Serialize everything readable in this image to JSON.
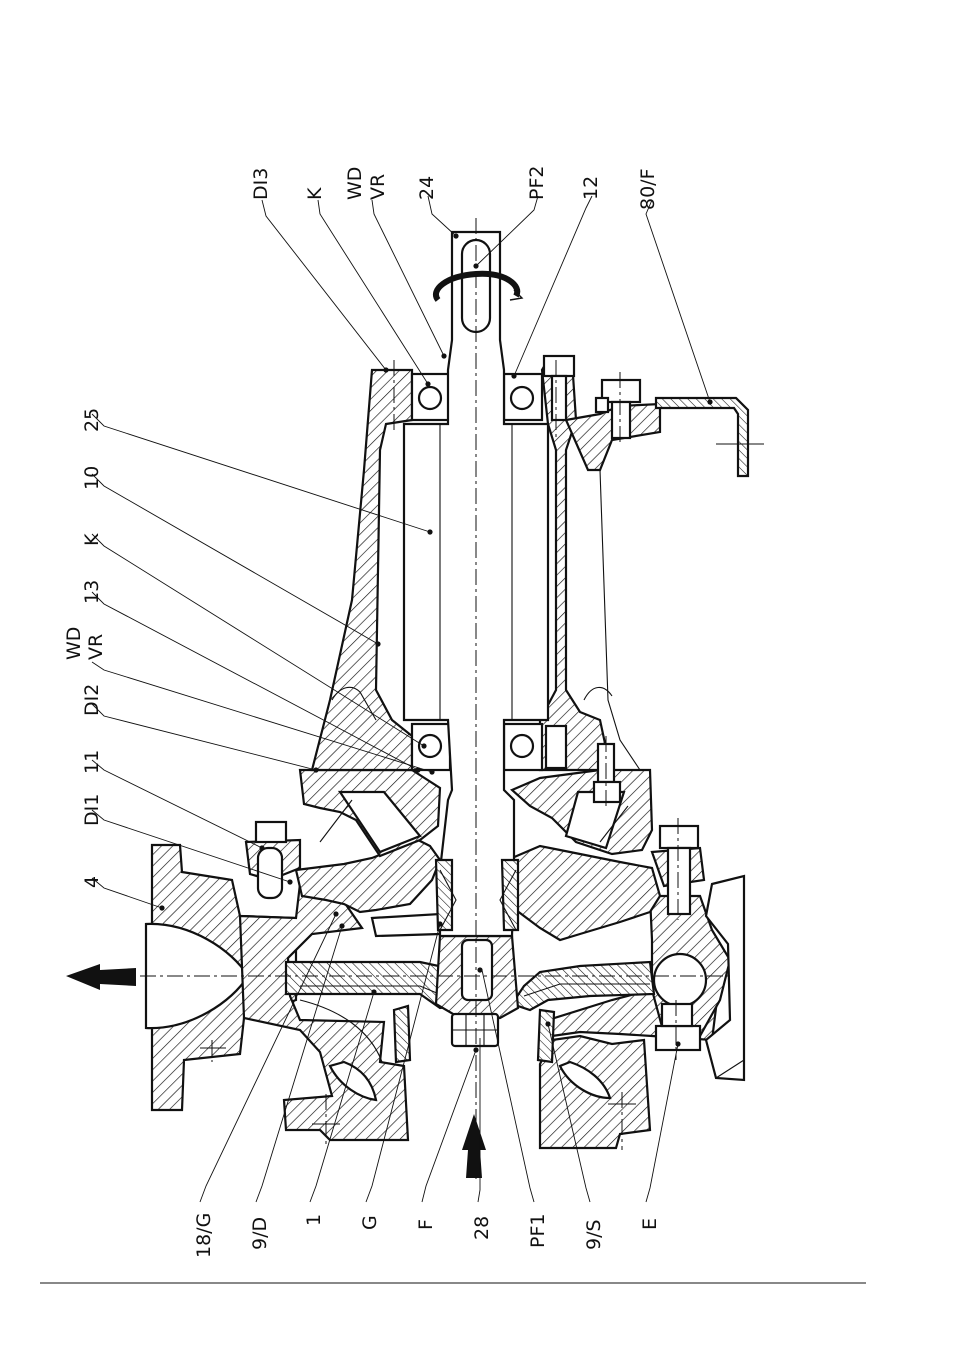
{
  "figure": {
    "labels_left": [
      "DI3",
      "K",
      "WD",
      "VR",
      "24",
      "PF2",
      "12",
      "80/F"
    ],
    "labels_right": [
      "25",
      "10",
      "K",
      "13",
      "WD",
      "VR",
      "DI2",
      "11",
      "DI1",
      "4"
    ],
    "labels_bottom": [
      "18/G",
      "9/D",
      "1",
      "G",
      "F",
      "28",
      "PF1",
      "9/S",
      "E"
    ]
  }
}
